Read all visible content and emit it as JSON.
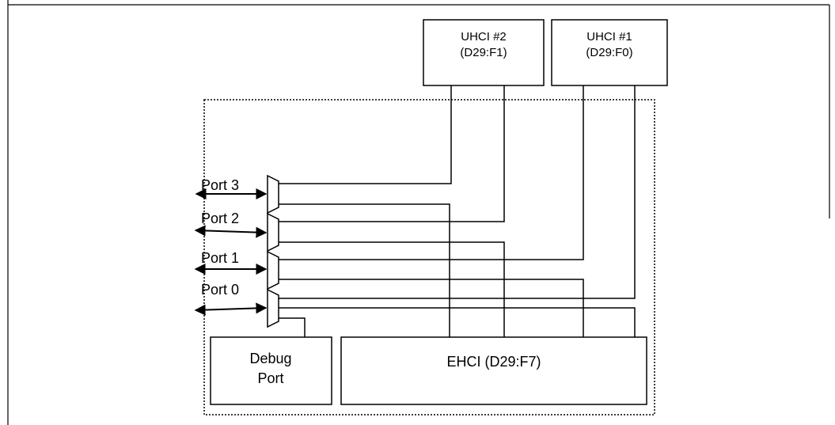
{
  "uhci2": {
    "line1": "UHCI #2",
    "line2": "(D29:F1)"
  },
  "uhci1": {
    "line1": "UHCI #1",
    "line2": "(D29:F0)"
  },
  "ports": {
    "port3": "Port 3",
    "port2": "Port 2",
    "port1": "Port 1",
    "port0": "Port 0"
  },
  "debug": {
    "line1": "Debug",
    "line2": "Port"
  },
  "ehci": {
    "label": "EHCI (D29:F7)"
  }
}
